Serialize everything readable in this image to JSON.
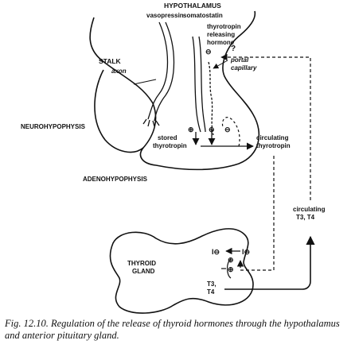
{
  "labels": {
    "hypothalamus": "HYPOTHALAMUS",
    "vasopressin": "vasopressin",
    "somatostatin": "somatostatin",
    "trh_line1": "thyrotropin",
    "trh_line2": "releasing",
    "trh_line3": "hormone",
    "question": "?",
    "portal_line1": "portal",
    "portal_line2": "capillary",
    "stalk": "STALK",
    "axon": "axon",
    "neurohypophysis": "NEUROHYPOPHYSIS",
    "stored_line1": "stored",
    "stored_line2": "thyrotropin",
    "circ_tsh_line1": "circulating",
    "circ_tsh_line2": "thyrotropin",
    "adenohypophysis": "ADENOHYPOPHYSIS",
    "circ_t3t4_line1": "circulating",
    "circ_t3t4_line2": "T3, T4",
    "thyroid_line1": "THYROID",
    "thyroid_line2": "GLAND",
    "iodide_in": "I⊖",
    "iodide_out": "I⊖",
    "t3t4_line1": "T3,",
    "t3t4_line2": "T4",
    "sign_minus": "⊖",
    "sign_plus": "⊕"
  },
  "caption": "Fig. 12.10. Regulation of the release of thyroid hormones through the hypothalamus and anterior pituitary gland."
}
